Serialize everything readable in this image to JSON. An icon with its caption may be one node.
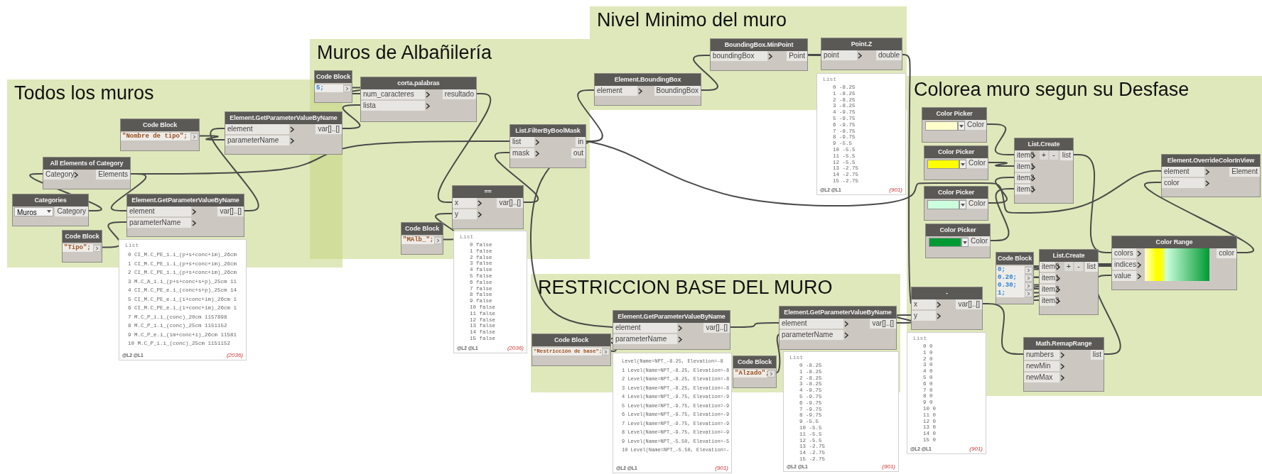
{
  "diagram": {
    "nodes": [
      {
        "text": [
          "Todos los muros"
        ]
      },
      {
        "text": [
          "Muros de Albañilería"
        ]
      },
      {
        "text": [
          "Nivel Minimo del muro"
        ]
      },
      {
        "text": [
          "Colorea muro segun su Desfase"
        ]
      },
      {
        "text": [
          "RESTRICCION BASE DEL MURO"
        ]
      },
      {
        "text": [
          "Code Block",
          "\"Nombre de tipo\";"
        ],
        "in": 0
      },
      {
        "text": [
          "Element.GetParameterValueByName",
          "element",
          "parameterName",
          "var[]..[]"
        ],
        "in": 0
      },
      {
        "text": [
          "All Elements of Category",
          "Category",
          "Elements"
        ],
        "in": 0
      },
      {
        "text": [
          "Categories",
          "Muros",
          "Category"
        ],
        "in": 0
      },
      {
        "text": [
          "Element.GetParameterValueByName",
          "element",
          "parameterName",
          "var[]..[]"
        ],
        "in": 0
      },
      {
        "text": [
          "Code Block",
          "\"Tipo\";"
        ],
        "in": 0
      },
      {
        "text": [
          "List",
          "0 CI_M.C_PE_i.i_(p+s+conc+im)_26cm",
          "1 CI_M.C_PE_i.i_(p+s+conc+im)_26cm",
          "2 CI_M.C_PE_i.i_(p+s+conc+im)_26cm",
          "3 M.C_A_i.i_(p+s+conc+s+p)_25cm 11",
          "4 CI_M.C_PE_e.i_(conc+s+p)_25cm 14",
          "5 CI_M.C_PE_e.i_(i+conc+im)_26cm 1",
          "6 CI_M.C_PE_e.i_(i+conc+im)_26cm 1",
          "7 M.C_P_i.i_(conc)_20cm 1157898",
          "8 M.C_P_i.i_(conc)_25cm 1151152",
          "9 M.C_P_e.i_(im+conc+i)_26cm 11581",
          "10 M.C_P_i.i_(conc)_25cm 1151152",
          "@L2 @L1",
          "(2036)"
        ]
      },
      {
        "text": [
          "Code Block",
          "5;"
        ],
        "in": 1
      },
      {
        "text": [
          "corta.palabras",
          "num_caracteres",
          "lista",
          "resultado"
        ],
        "in": 1
      },
      {
        "text": [
          "List.FilterByBoolMask",
          "list",
          "mask",
          "in",
          "out"
        ],
        "in": 1
      },
      {
        "text": [
          "==",
          "x",
          "y",
          "var[]..[]"
        ],
        "in": 1
      },
      {
        "text": [
          "Code Block",
          "\"MAlb_\";"
        ],
        "in": 1
      },
      {
        "text": [
          "List",
          "0 false",
          "1 false",
          "2 false",
          "3 false",
          "4 false",
          "5 false",
          "6 false",
          "7 false",
          "8 false",
          "9 false",
          "10 false",
          "11 false",
          "12 false",
          "13 false",
          "14 false",
          "15 false",
          "@L2 @L1",
          "(2036)"
        ]
      },
      {
        "text": [
          "Element.BoundingBox",
          "element",
          "BoundingBox"
        ],
        "in": 2
      },
      {
        "text": [
          "BoundingBox.MinPoint",
          "boundingBox",
          "Point"
        ],
        "in": 2
      },
      {
        "text": [
          "Point.Z",
          "point",
          "double"
        ],
        "in": 2
      },
      {
        "text": [
          "List",
          "0 -8.25",
          "1 -8.25",
          "2 -8.25",
          "3 -8.25",
          "4 -9.75",
          "5 -9.75",
          "6 -9.75",
          "7 -9.75",
          "8 -9.75",
          "9 -5.5",
          "10 -5.5",
          "11 -5.5",
          "12 -5.5",
          "13 -2.75",
          "14 -2.75",
          "15 -2.75",
          "@L2 @L1",
          "(901)"
        ]
      },
      {
        "text": [
          "Color Picker",
          "Color"
        ],
        "in": 3
      },
      {
        "text": [
          "Color Picker",
          "Color"
        ],
        "in": 3
      },
      {
        "text": [
          "Color Picker",
          "Color"
        ],
        "in": 3
      },
      {
        "text": [
          "Color Picker",
          "Color"
        ],
        "in": 3
      },
      {
        "text": [
          "List.Create",
          "item0",
          "item1",
          "item2",
          "item3",
          "+",
          "-",
          "list"
        ],
        "in": 3
      },
      {
        "text": [
          "Element.OverrideColorInView",
          "element",
          "color",
          "Element"
        ],
        "in": 3
      },
      {
        "text": [
          "Color Range",
          "colors",
          "indices",
          "value",
          "color"
        ],
        "in": 3
      },
      {
        "text": [
          "Code Block",
          "0;",
          "0.20;",
          "0.30;",
          "1;"
        ],
        "in": 3
      },
      {
        "text": [
          "List.Create",
          "item0",
          "item1",
          "item2",
          "item3",
          "+",
          "-",
          "list"
        ],
        "in": 3
      },
      {
        "text": [
          "-",
          "x",
          "y",
          "var[]..[]"
        ],
        "in": 3
      },
      {
        "text": [
          "Math.RemapRange",
          "numbers",
          "newMin",
          "newMax",
          "list"
        ],
        "in": 3
      },
      {
        "text": [
          "List",
          "0 0",
          "1 0",
          "2 0",
          "3 0",
          "4 0",
          "5 0",
          "6 0",
          "7 0",
          "8 0",
          "9 0",
          "10 0",
          "11 0",
          "12 0",
          "13 0",
          "14 0",
          "15 0",
          "@L2 @L1",
          "(901)"
        ]
      },
      {
        "text": [
          "Element.GetParameterValueByName",
          "element",
          "parameterName",
          "var[]..[]"
        ],
        "in": 4
      },
      {
        "text": [
          "Code Block",
          "\"Restricción de base\";"
        ],
        "in": 4
      },
      {
        "text": [
          "Level(Name=NPT_-8.25, Elevation=-8",
          "1 Level(Name=NPT_-8.25, Elevation=-8",
          "2 Level(Name=NPT_-8.25, Elevation=-8",
          "3 Level(Name=NPT_-8.25, Elevation=-8",
          "4 Level(Name=NPT_-9.75, Elevation=-9",
          "5 Level(Name=NPT_-9.75, Elevation=-9",
          "6 Level(Name=NPT_-9.75, Elevation=-9",
          "7 Level(Name=NPT_-9.75, Elevation=-9",
          "8 Level(Name=NPT_-9.75, Elevation=-9",
          "9 Level(Name=NPT_-5.50, Elevation=-5",
          "10 Level(Name=NPT_-5.50, Elevation=-",
          "@L2 @L1",
          "(901)"
        ]
      },
      {
        "text": [
          "Code Block",
          "\"Alzado\";"
        ],
        "in": 4
      },
      {
        "text": [
          "Element.GetParameterValueByName",
          "element",
          "parameterName",
          "var[]..[]"
        ],
        "in": 4
      },
      {
        "text": [
          "List",
          "0 -8.25",
          "1 -8.25",
          "2 -8.25",
          "3 -8.25",
          "4 -9.75",
          "5 -9.75",
          "6 -9.75",
          "7 -9.75",
          "8 -9.75",
          "9 -5.5",
          "10 -5.5",
          "11 -5.5",
          "12 -5.5",
          "13 -2.75",
          "14 -2.75",
          "15 -2.75",
          "@L2 @L1",
          "(901)"
        ]
      }
    ],
    "edges": [
      {
        "from": 8,
        "to": 7,
        "arrow": "none"
      },
      {
        "from": 7,
        "to": 9,
        "arrow": "none"
      },
      {
        "from": 7,
        "to": 14,
        "arrow": "none"
      },
      {
        "from": 10,
        "to": 9,
        "arrow": "none"
      },
      {
        "from": 9,
        "to": 6,
        "arrow": "none"
      },
      {
        "from": 5,
        "to": 6,
        "arrow": "none"
      },
      {
        "from": 6,
        "to": 13,
        "arrow": "none"
      },
      {
        "from": 12,
        "to": 13,
        "arrow": "none"
      },
      {
        "from": 13,
        "to": 15,
        "arrow": "none"
      },
      {
        "from": 16,
        "to": 15,
        "arrow": "none"
      },
      {
        "from": 15,
        "to": 14,
        "arrow": "none"
      },
      {
        "from": 14,
        "to": 18,
        "arrow": "none"
      },
      {
        "from": 14,
        "to": 34,
        "arrow": "none"
      },
      {
        "from": 14,
        "to": 27,
        "arrow": "none"
      },
      {
        "from": 18,
        "to": 19,
        "arrow": "none"
      },
      {
        "from": 19,
        "to": 20,
        "arrow": "none"
      },
      {
        "from": 20,
        "to": 31,
        "arrow": "none"
      },
      {
        "from": 38,
        "to": 31,
        "arrow": "none"
      },
      {
        "from": 34,
        "to": 38,
        "arrow": "none"
      },
      {
        "from": 35,
        "to": 34,
        "arrow": "none"
      },
      {
        "from": 37,
        "to": 38,
        "arrow": "none"
      },
      {
        "from": 31,
        "to": 32,
        "arrow": "none"
      },
      {
        "from": 22,
        "to": 26,
        "arrow": "none"
      },
      {
        "from": 23,
        "to": 26,
        "arrow": "none"
      },
      {
        "from": 24,
        "to": 26,
        "arrow": "none"
      },
      {
        "from": 25,
        "to": 26,
        "arrow": "none"
      },
      {
        "from": 26,
        "to": 28,
        "arrow": "none"
      },
      {
        "from": 29,
        "to": 30,
        "arrow": "none"
      },
      {
        "from": 29,
        "to": 30,
        "arrow": "none"
      },
      {
        "from": 29,
        "to": 30,
        "arrow": "none"
      },
      {
        "from": 29,
        "to": 30,
        "arrow": "none"
      },
      {
        "from": 30,
        "to": 28,
        "arrow": "none"
      },
      {
        "from": 32,
        "to": 28,
        "arrow": "none"
      },
      {
        "from": 28,
        "to": 27,
        "arrow": "none"
      }
    ]
  }
}
